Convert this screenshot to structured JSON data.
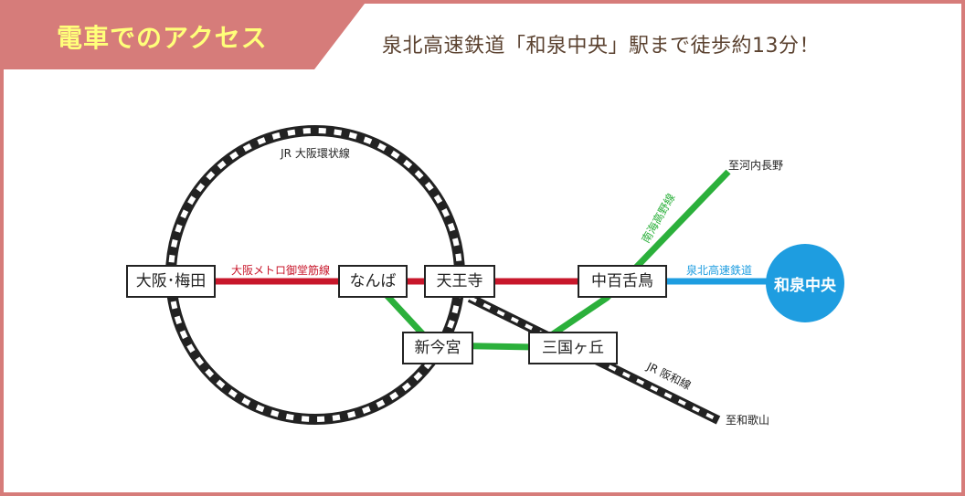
{
  "colors": {
    "accent": "#d67c7a",
    "title_text": "#ffff7a",
    "metro": "#c8172b",
    "nankai": "#2bb03b",
    "semboku": "#1e9de0",
    "jr": "#222222"
  },
  "header": {
    "title": "電車でのアクセス",
    "subtitle": "泉北高速鉄道「和泉中央」駅まで徒歩約13分！"
  },
  "lines": {
    "jr_loop": "JR 大阪環状線",
    "metro": "大阪メトロ御堂筋線",
    "nankai": "南海高野線",
    "semboku": "泉北高速鉄道",
    "jr_hanwa": "JR 阪和線"
  },
  "stations": {
    "umeda": "大阪･梅田",
    "namba": "なんば",
    "tennoji": "天王寺",
    "nakamozu": "中百舌鳥",
    "shinimamiya": "新今宮",
    "mikunigaoka": "三国ヶ丘",
    "izumichuo": "和泉中央"
  },
  "destinations": {
    "kawachinagano": "至河内長野",
    "wakayamashi": "至和歌山"
  }
}
